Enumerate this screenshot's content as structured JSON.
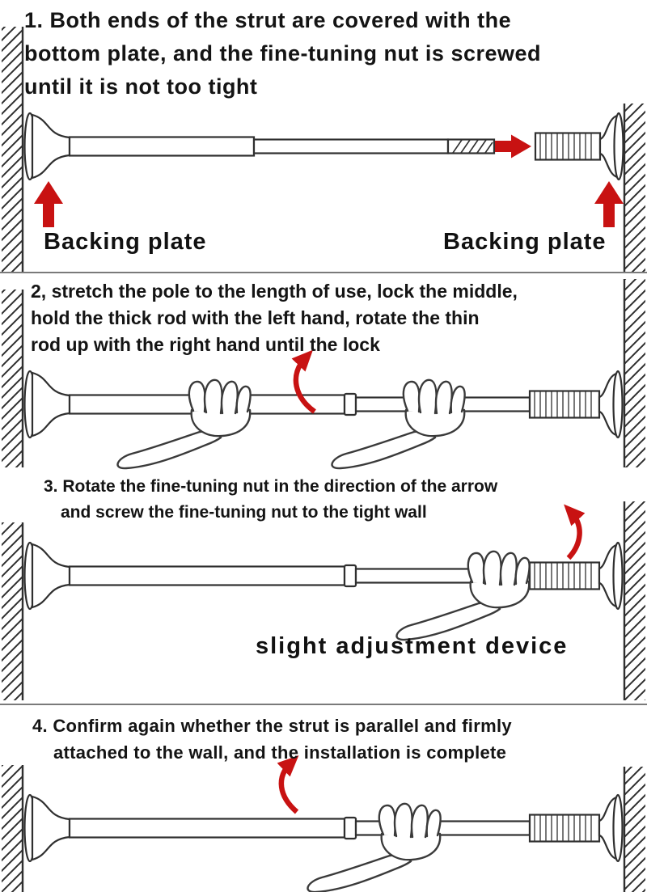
{
  "colors": {
    "arrow_red": "#c81212",
    "outline": "#2f2f2f",
    "divider": "#7a7a7a",
    "text": "#141414"
  },
  "icons": {
    "up_arrow": "solid red arrow pointing up at backing plate",
    "right_arrow": "solid red arrow pointing right toward fine-tuning nut",
    "rotate_arrow": "curved red rotation arrow"
  },
  "steps": [
    {
      "lines": [
        "1. Both ends of the strut are covered with the",
        "bottom plate, and the fine-tuning nut is screwed",
        "until it is not too tight"
      ],
      "left_label": "Backing plate",
      "right_label": "Backing plate"
    },
    {
      "lines": [
        "2, stretch the pole to the length of use, lock the middle,",
        "hold the thick rod with the left hand, rotate the thin",
        "rod up with the right hand until the lock"
      ]
    },
    {
      "lines": [
        "3. Rotate the fine-tuning nut in the direction of the arrow",
        "and screw the fine-tuning nut to the tight wall"
      ],
      "caption": "slight adjustment device"
    },
    {
      "lines": [
        "4. Confirm again whether the strut is parallel and firmly",
        "attached to the wall, and the installation is complete"
      ]
    }
  ]
}
